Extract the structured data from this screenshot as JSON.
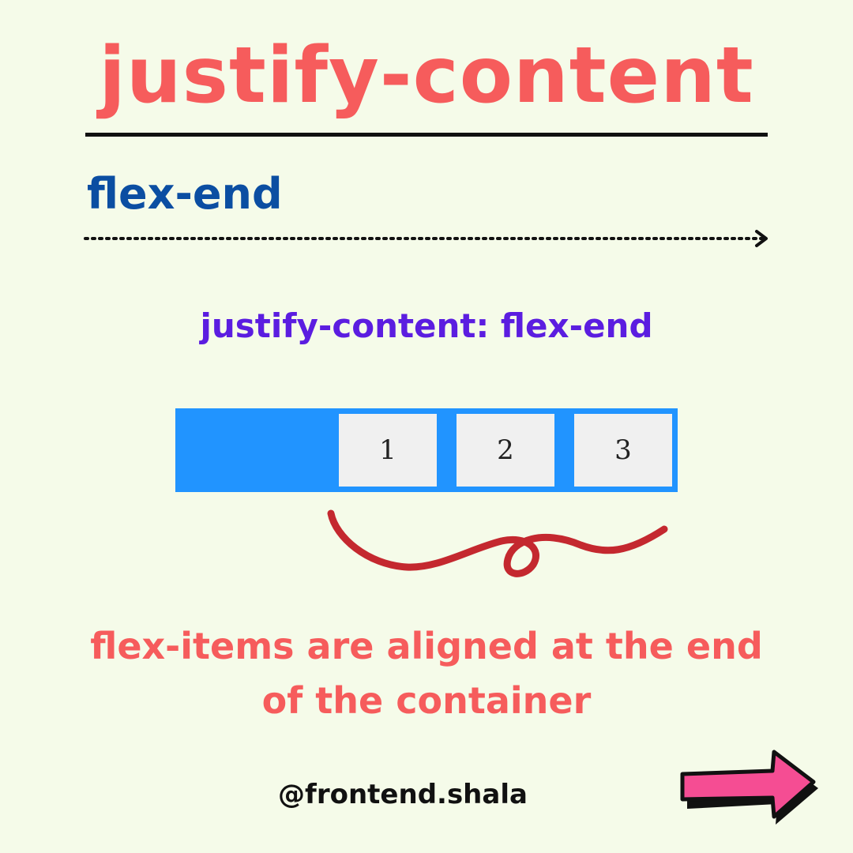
{
  "title": "justify-content",
  "subtitle": "flex-end",
  "code_label": "justify-content: flex-end",
  "demo": {
    "items": [
      "1",
      "2",
      "3"
    ]
  },
  "description_line1": "flex-items are aligned at the end",
  "description_line2": "of the container",
  "handle": "@frontend.shala",
  "colors": {
    "background": "#f5fbe9",
    "title": "#f65c5c",
    "subtitle": "#0b4ea2",
    "code_label": "#5b1de0",
    "container": "#2194ff",
    "item": "#f0f0f0",
    "ribbon": "#c4282f",
    "next_arrow": "#f54d93"
  },
  "icons": {
    "next": "right-arrow-icon",
    "decoration": "ribbon-icon"
  }
}
